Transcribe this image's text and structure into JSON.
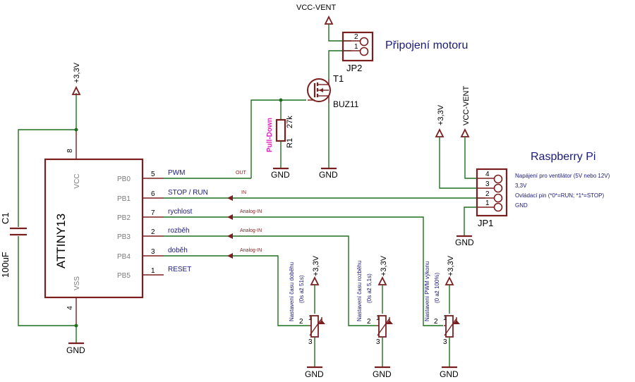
{
  "mcu": {
    "name": "ATTINY13",
    "vcc_label": "VCC",
    "vss_label": "VSS",
    "pins": [
      {
        "name": "PB0",
        "num": "5",
        "net": "PWM",
        "dir": "OUT"
      },
      {
        "name": "PB1",
        "num": "6",
        "net": "STOP / RUN",
        "dir": "IN"
      },
      {
        "name": "PB2",
        "num": "7",
        "net": "rychlost",
        "dir": "Analog-IN"
      },
      {
        "name": "PB3",
        "num": "2",
        "net": "rozběh",
        "dir": "Analog-IN"
      },
      {
        "name": "PB4",
        "num": "3",
        "net": "doběh",
        "dir": "Analog-IN"
      },
      {
        "name": "PB5",
        "num": "1",
        "net": "RESET",
        "dir": ""
      }
    ],
    "vcc_pin": "8",
    "gnd_pin": "4"
  },
  "supplies": {
    "v33": "+3,3V",
    "vcc_vent": "VCC-VENT",
    "gnd": "GND"
  },
  "capacitor": {
    "ref": "C1",
    "value": "100uF"
  },
  "resistor": {
    "ref": "R1",
    "value": "27k",
    "note": "Pull-Down"
  },
  "transistor": {
    "ref": "T1",
    "type": "BUZ11"
  },
  "motor_conn": {
    "ref": "JP2",
    "title": "Připojení motoru",
    "pins": [
      "2",
      "1"
    ]
  },
  "rpi_conn": {
    "ref": "JP1",
    "title": "Raspberry Pi",
    "pins": [
      "4",
      "3",
      "2",
      "1"
    ],
    "pin_labels": [
      "Napájení pro ventilátor (5V nebo 12V)",
      "3,3V",
      "Ovládací pin (*0*=RUN; *1*=STOP)",
      "GND"
    ]
  },
  "pots": [
    {
      "label1": "Nastavení času doběhu",
      "label2": "(0s až 51s)"
    },
    {
      "label1": "Nastavení času rozběhu",
      "label2": "(0s až 5,1s)"
    },
    {
      "label1": "Nastavení PWM výkonu",
      "label2": "(0 až 100%)"
    }
  ],
  "pot_pins": [
    "1",
    "2",
    "3"
  ]
}
